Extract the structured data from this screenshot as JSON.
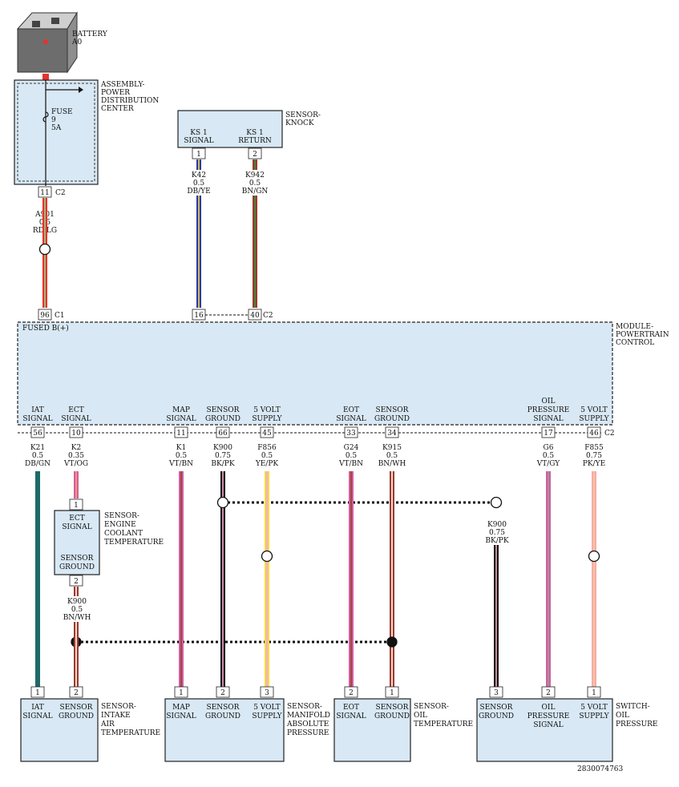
{
  "colors": {
    "box_fill": "#d8e8f4",
    "RD": "#e8322a",
    "LG": "#9ad08c",
    "DB": "#2a3aa8",
    "YE": "#f5d94a",
    "BN": "#9b3a2a",
    "GN": "#3b8a3b",
    "VT": "#d15fa0",
    "OG": "#f5a56a",
    "BK": "#111111",
    "PK": "#f6a6c8",
    "WH": "#ffffff",
    "GY": "#9a9a9a",
    "teal": "#1e6a6a"
  },
  "battery": {
    "title": "BATTERY",
    "code": "A0"
  },
  "pdc": {
    "name": [
      "ASSEMBLY-",
      "POWER",
      "DISTRIBUTION",
      "CENTER"
    ],
    "fuse": [
      "FUSE",
      "9",
      "5A"
    ],
    "pin": "11",
    "conn": "C2"
  },
  "wire_a901": {
    "code": "A901",
    "size": "0.5",
    "color": "RD/LG"
  },
  "knock": {
    "name": [
      "SENSOR-",
      "KNOCK"
    ],
    "terms": [
      [
        "KS 1",
        "SIGNAL"
      ],
      [
        "KS 1",
        "RETURN"
      ]
    ],
    "pins": [
      "1",
      "2"
    ],
    "wires": [
      {
        "code": "K42",
        "size": "0.5",
        "color": "DB/YE"
      },
      {
        "code": "K942",
        "size": "0.5",
        "color": "BN/GN"
      }
    ]
  },
  "pcm": {
    "name": [
      "MODULE-",
      "POWERTRAIN",
      "CONTROL"
    ],
    "top_label": "FUSED B(+)",
    "top_pins": [
      "96",
      "16",
      "40"
    ],
    "top_conns": [
      "C1",
      "C2"
    ],
    "bottom_conn": "C2",
    "terms": [
      [
        "IAT",
        "SIGNAL"
      ],
      [
        "ECT",
        "SIGNAL"
      ],
      [
        "MAP",
        "SIGNAL"
      ],
      [
        "SENSOR",
        "GROUND"
      ],
      [
        "5 VOLT",
        "SUPPLY"
      ],
      [
        "EOT",
        "SIGNAL"
      ],
      [
        "SENSOR",
        "GROUND"
      ],
      [
        "OIL",
        "PRESSURE",
        "SIGNAL"
      ],
      [
        "5 VOLT",
        "SUPPLY"
      ]
    ],
    "bottom_pins": [
      "56",
      "10",
      "11",
      "66",
      "45",
      "33",
      "34",
      "17",
      "46"
    ]
  },
  "wires_bottom": [
    {
      "code": "K21",
      "size": "0.5",
      "color": "DB/GN"
    },
    {
      "code": "K2",
      "size": "0.35",
      "color": "VT/OG"
    },
    {
      "code": "K1",
      "size": "0.5",
      "color": "VT/BN"
    },
    {
      "code": "K900",
      "size": "0.75",
      "color": "BK/PK"
    },
    {
      "code": "F856",
      "size": "0.5",
      "color": "YE/PK"
    },
    {
      "code": "G24",
      "size": "0.5",
      "color": "VT/BN"
    },
    {
      "code": "K915",
      "size": "0.5",
      "color": "BN/WH"
    },
    {
      "code": "G6",
      "size": "0.5",
      "color": "VT/GY"
    },
    {
      "code": "F855",
      "size": "0.75",
      "color": "PK/YE"
    }
  ],
  "ect": {
    "name": [
      "SENSOR-",
      "ENGINE",
      "COOLANT",
      "TEMPERATURE"
    ],
    "terms": [
      [
        "ECT",
        "SIGNAL"
      ],
      [
        "SENSOR",
        "GROUND"
      ]
    ],
    "pins": [
      "1",
      "2"
    ],
    "wire": {
      "code": "K900",
      "size": "0.5",
      "color": "BN/WH"
    }
  },
  "splice_wire": {
    "code": "K900",
    "size": "0.75",
    "color": "BK/PK"
  },
  "iat": {
    "name": [
      "SENSOR-",
      "INTAKE",
      "AIR",
      "TEMPERATURE"
    ],
    "terms": [
      [
        "IAT",
        "SIGNAL"
      ],
      [
        "SENSOR",
        "GROUND"
      ]
    ],
    "pins": [
      "1",
      "2"
    ]
  },
  "map": {
    "name": [
      "SENSOR-",
      "MANIFOLD",
      "ABSOLUTE",
      "PRESSURE"
    ],
    "terms": [
      [
        "MAP",
        "SIGNAL"
      ],
      [
        "SENSOR",
        "GROUND"
      ],
      [
        "5 VOLT",
        "SUPPLY"
      ]
    ],
    "pins": [
      "1",
      "2",
      "3"
    ]
  },
  "oilt": {
    "name": [
      "SENSOR-",
      "OIL",
      "TEMPERATURE"
    ],
    "terms": [
      [
        "EOT",
        "SIGNAL"
      ],
      [
        "SENSOR",
        "GROUND"
      ]
    ],
    "pins": [
      "2",
      "1"
    ]
  },
  "oilp": {
    "name": [
      "SWITCH-",
      "OIL",
      "PRESSURE"
    ],
    "terms": [
      [
        "SENSOR",
        "GROUND"
      ],
      [
        "OIL",
        "PRESSURE",
        "SIGNAL"
      ],
      [
        "5 VOLT",
        "SUPPLY"
      ]
    ],
    "pins": [
      "3",
      "2",
      "1"
    ]
  },
  "footer": {
    "id": "2830074763"
  }
}
